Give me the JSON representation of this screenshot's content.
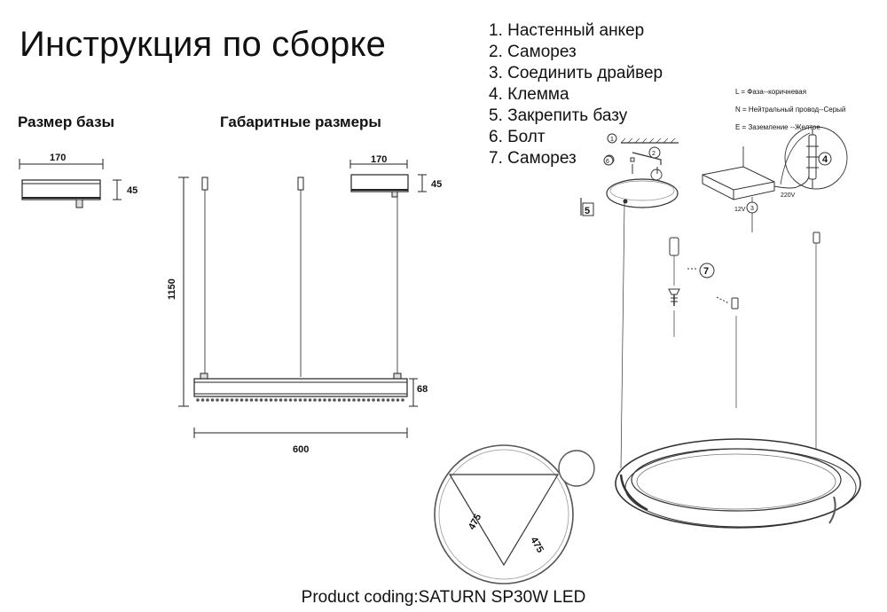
{
  "title": "Инструкция по сборке",
  "sections": {
    "base_size": "Размер базы",
    "overall_size": "Габаритные размеры"
  },
  "steps": [
    "1. Настенный анкер",
    "2. Саморез",
    "3. Соединить драйвер",
    "4. Клемма",
    "5. Закрепить базу",
    "6. Болт",
    "7. Саморез"
  ],
  "wiring_legend": [
    "L = Фаза--коричневая",
    "N = Нейтральный провод--Серый",
    "E = Заземление --Желтое"
  ],
  "dimensions": {
    "base_width": "170",
    "base_height": "45",
    "canopy_width": "170",
    "canopy_height": "45",
    "suspension_length": "1150",
    "body_height": "68",
    "body_width": "600",
    "triangle_side_left": "475",
    "triangle_side_right": "475"
  },
  "callouts": [
    "1",
    "2",
    "3",
    "4",
    "5",
    "6",
    "7"
  ],
  "driver_labels": {
    "input": "220V",
    "output": "12V"
  },
  "footer": "Product coding:SATURN SP30W LED"
}
